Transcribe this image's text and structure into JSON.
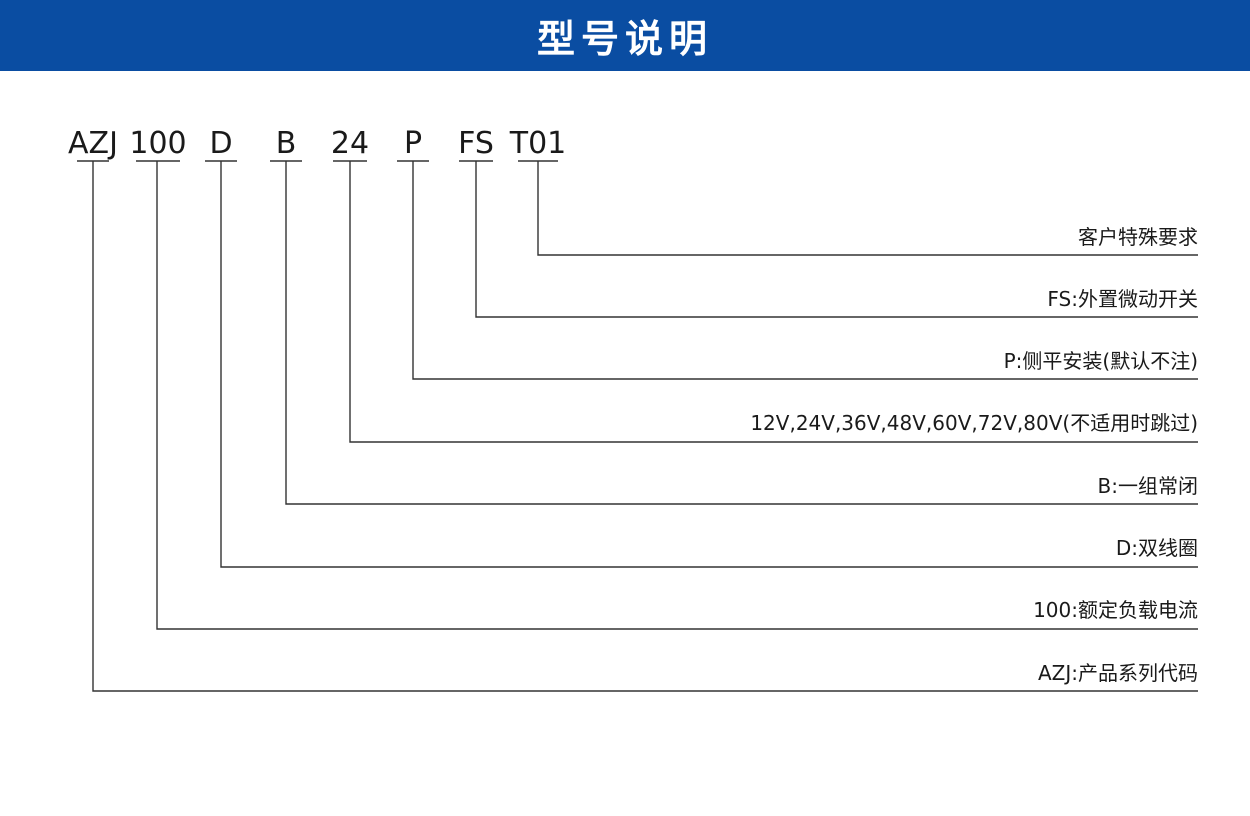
{
  "header": {
    "title": "型号说明"
  },
  "model": {
    "segments": [
      {
        "code": "AZJ",
        "desc": "AZJ:产品系列代码"
      },
      {
        "code": "100",
        "desc": "100:额定负载电流"
      },
      {
        "code": "D",
        "desc": "D:双线圈"
      },
      {
        "code": "B",
        "desc": "B:一组常闭"
      },
      {
        "code": "24",
        "desc": "12V,24V,36V,48V,60V,72V,80V(不适用时跳过)"
      },
      {
        "code": "P",
        "desc": "P:侧平安装(默认不注)"
      },
      {
        "code": "FS",
        "desc": "FS:外置微动开关"
      },
      {
        "code": "T01",
        "desc": "客户特殊要求"
      }
    ]
  },
  "colors": {
    "header_bg": "#0a4da2",
    "header_text": "#ffffff",
    "line": "#333333",
    "text": "#1a1a1a"
  }
}
